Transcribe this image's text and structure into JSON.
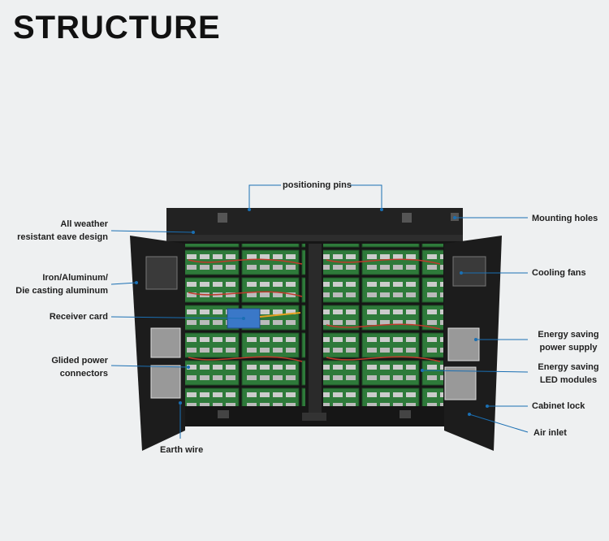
{
  "title": "STRUCTURE",
  "labels": {
    "positioning_pins": "positioning pins",
    "mounting_holes": "Mounting holes",
    "all_weather_1": "All weather",
    "all_weather_2": "resistant eave design",
    "iron_1": "Iron/Aluminum/",
    "iron_2": "Die casting aluminum",
    "cooling_fans": "Cooling fans",
    "receiver_card": "Receiver card",
    "energy_supply_1": "Energy saving",
    "energy_supply_2": "power supply",
    "glided_1": "Glided power",
    "glided_2": "connectors",
    "energy_led_1": "Energy saving",
    "energy_led_2": "LED modules",
    "cabinet_lock": "Cabinet lock",
    "air_inlet": "Air inlet",
    "earth_wire": "Earth wire"
  },
  "colors": {
    "callout": "#1a6fb3",
    "pcb": "#2f7d3a",
    "cabinet": "#1c1c1c"
  }
}
